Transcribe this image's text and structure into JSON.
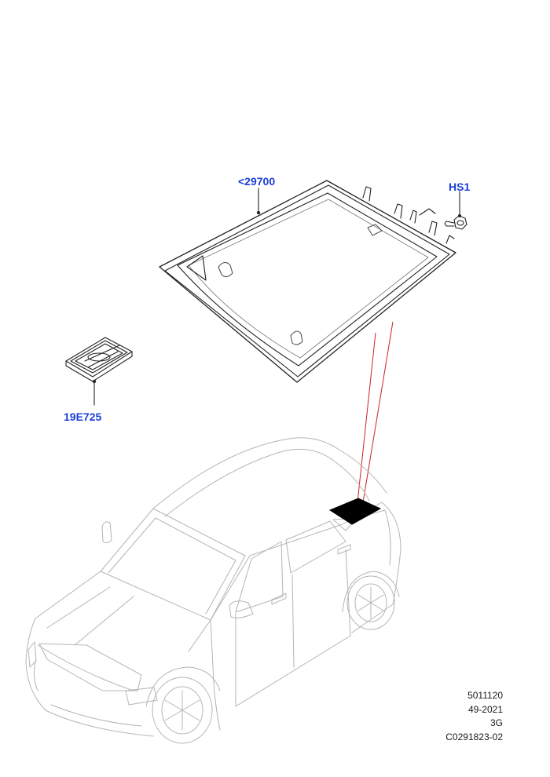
{
  "callouts": {
    "windshield": "<29700",
    "screw": "HS1",
    "kit": "19E725"
  },
  "footer": {
    "line1": "5011120",
    "line2": "49-2021",
    "line3": "3G",
    "line4": "C0291823-02"
  },
  "colors": {
    "callout": "#1a3fd6",
    "line": "#222222",
    "leader": "#cc2222",
    "highlight": "#000000"
  }
}
